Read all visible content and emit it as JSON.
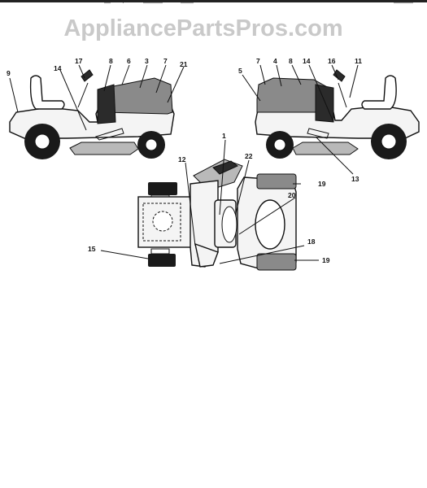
{
  "watermark": "AppliancePartsPros.com",
  "top_strip": [
    "—",
    "·",
    "———",
    "——",
    "———"
  ],
  "callouts": {
    "left_view": [
      "9",
      "14",
      "17",
      "8",
      "6",
      "3",
      "7",
      "21"
    ],
    "right_view": [
      "5",
      "7",
      "4",
      "8",
      "14",
      "16",
      "11",
      "13"
    ],
    "top_view": [
      "1",
      "22",
      "12",
      "19",
      "20",
      "15",
      "18",
      "19"
    ]
  }
}
